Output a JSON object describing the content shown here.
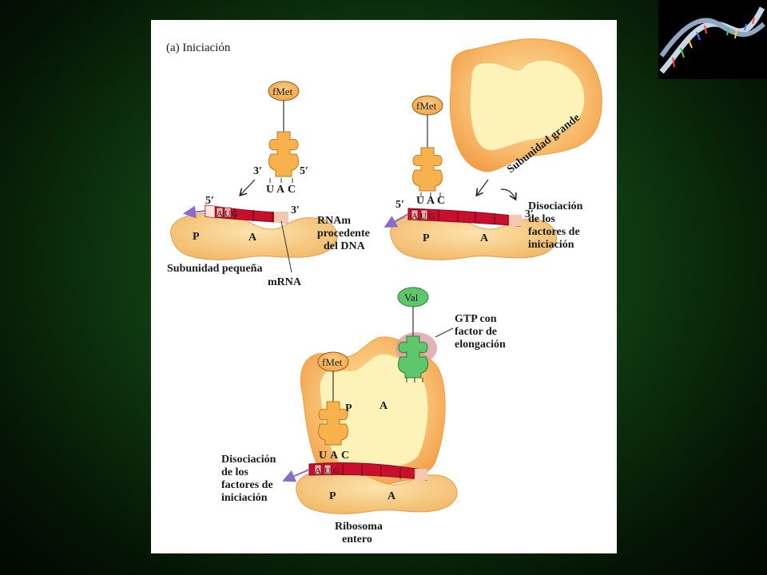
{
  "title": "(a) Iniciación",
  "panel1": {
    "amino_acid": "fMet",
    "end3": "3′",
    "end5": "5′",
    "anticodon": [
      "U",
      "A",
      "C"
    ],
    "mrna5": "5′",
    "mrna3": "3′",
    "codon": [
      "A",
      "U",
      "G"
    ],
    "site_p": "P",
    "site_a": "A",
    "small_subunit_label": "Subunidad pequeña",
    "mrna_label": "mRNA"
  },
  "panel2": {
    "amino_acid": "fMet",
    "anticodon": [
      "U",
      "A",
      "C"
    ],
    "mrna5": "5′",
    "mrna3": "3′",
    "codon": [
      "A",
      "U",
      "G"
    ],
    "site_p": "P",
    "site_a": "A",
    "large_subunit_label": "Subunidad grande",
    "rna_source_label": [
      "RNAm",
      "procedente",
      "del DNA"
    ],
    "dissociation_label": [
      "Disociación",
      "de los",
      "factores de",
      "iniciación"
    ]
  },
  "panel3": {
    "amino_acid_p": "fMet",
    "amino_acid_a": "Val",
    "elongation_label": [
      "GTP con",
      "factor de",
      "elongación"
    ],
    "site_p_large": "P",
    "site_a_large": "A",
    "anticodon": [
      "U",
      "A",
      "C"
    ],
    "codon": [
      "A",
      "U",
      "G"
    ],
    "site_p_small": "P",
    "site_a_small": "A",
    "dissociation_label": [
      "Disociación",
      "de los",
      "factores de",
      "iniciación"
    ],
    "ribosome_label": [
      "Ribosoma",
      "entero"
    ]
  },
  "colors": {
    "ribosome_outer": "#f9b55a",
    "ribosome_inner": "#fdf3b8",
    "small_subunit": "#f6c67f",
    "trna": "#f7b24e",
    "mrna": "#c8102e",
    "val_green": "#5fc76b",
    "gtp_factor": "#d9a0a4",
    "arrow_purple": "#8a6bc9"
  }
}
